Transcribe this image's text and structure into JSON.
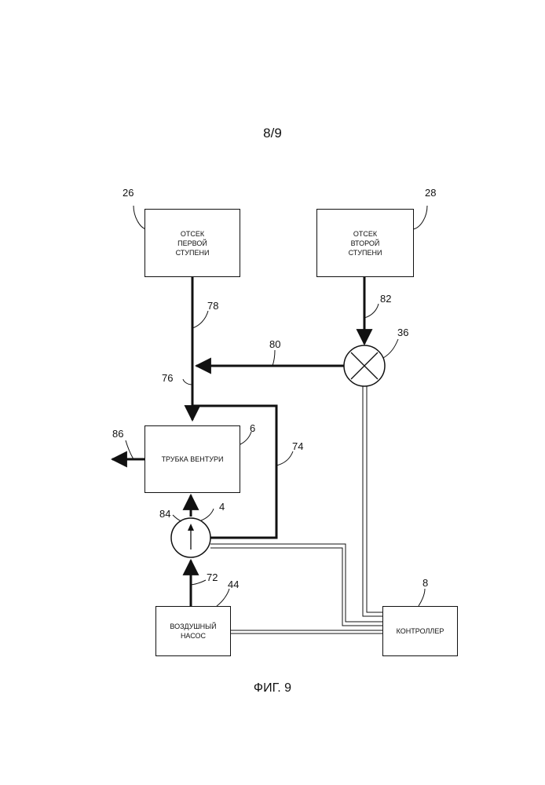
{
  "page": {
    "number": "8/9"
  },
  "figure": {
    "caption": "ФИГ. 9"
  },
  "blocks": {
    "first_stage": {
      "lines": [
        "ОТСЕК",
        "ПЕРВОЙ",
        "СТУПЕНИ"
      ],
      "ref": "26"
    },
    "second_stage": {
      "lines": [
        "ОТСЕК",
        "ВТОРОЙ",
        "СТУПЕНИ"
      ],
      "ref": "28"
    },
    "venturi": {
      "lines": [
        "ТРУБКА ВЕНТУРИ"
      ],
      "ref": "6"
    },
    "air_pump": {
      "lines": [
        "ВОЗДУШНЫЙ",
        "НАСОС"
      ],
      "ref": "44"
    },
    "controller": {
      "lines": [
        "КОНТРОЛЛЕР"
      ],
      "ref": "8"
    }
  },
  "components": {
    "valve": {
      "ref": "36",
      "icon": "valve-x-icon"
    },
    "flow_meter": {
      "ref": "4",
      "icon": "flow-meter-arrow-icon"
    }
  },
  "lines": {
    "line_78": "78",
    "line_82": "82",
    "line_80": "80",
    "line_76": "76",
    "line_74": "74",
    "line_86": "86",
    "line_84": "84",
    "line_72": "72"
  }
}
